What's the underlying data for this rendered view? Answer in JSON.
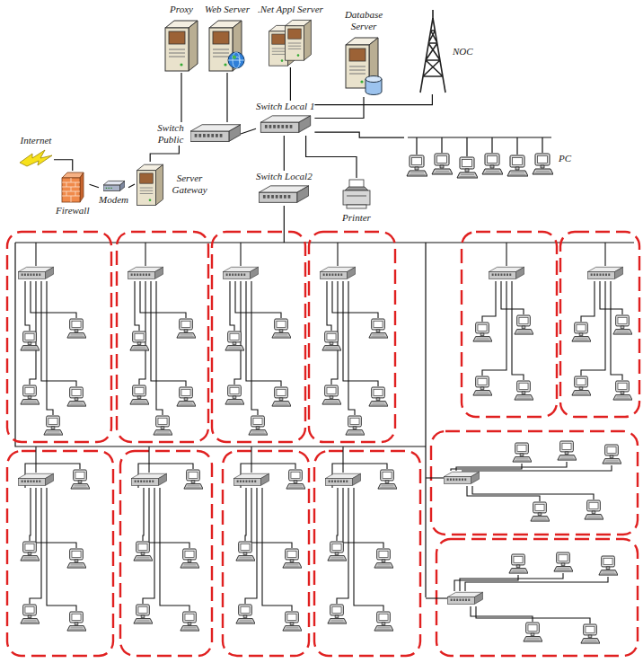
{
  "diagram": {
    "nodes": [
      {
        "text": [
          "Proxy"
        ]
      },
      {
        "text": [
          "Web Server"
        ]
      },
      {
        "text": [
          ".Net Appl Server"
        ]
      },
      {
        "text": [
          "Database Server"
        ]
      },
      {
        "text": [
          "NOC"
        ]
      },
      {
        "text": [
          "Switch Public"
        ]
      },
      {
        "text": [
          "Switch Local 1"
        ]
      },
      {
        "text": [
          "Internet"
        ]
      },
      {
        "text": [
          "Firewall"
        ]
      },
      {
        "text": [
          "Modem"
        ]
      },
      {
        "text": [
          "Server Gateway"
        ]
      },
      {
        "text": [
          "Switch Local2"
        ]
      },
      {
        "text": [
          "Printer"
        ]
      },
      {
        "text": [
          "PC"
        ]
      }
    ],
    "edges": [
      {
        "from": 5,
        "to": 0,
        "arrow": "none"
      },
      {
        "from": 5,
        "to": 1,
        "arrow": "none"
      },
      {
        "from": 6,
        "to": 2,
        "arrow": "none"
      },
      {
        "from": 6,
        "to": 3,
        "arrow": "none"
      },
      {
        "from": 6,
        "to": 4,
        "arrow": "none"
      },
      {
        "from": 5,
        "to": 6,
        "arrow": "none"
      },
      {
        "from": 7,
        "to": 8,
        "arrow": "none"
      },
      {
        "from": 8,
        "to": 9,
        "arrow": "none"
      },
      {
        "from": 9,
        "to": 10,
        "arrow": "none"
      },
      {
        "from": 10,
        "to": 5,
        "arrow": "none"
      },
      {
        "from": 6,
        "to": 12,
        "arrow": "none"
      },
      {
        "from": 6,
        "to": 13,
        "arrow": "none"
      },
      {
        "from": 6,
        "to": 11,
        "arrow": "none"
      }
    ]
  }
}
